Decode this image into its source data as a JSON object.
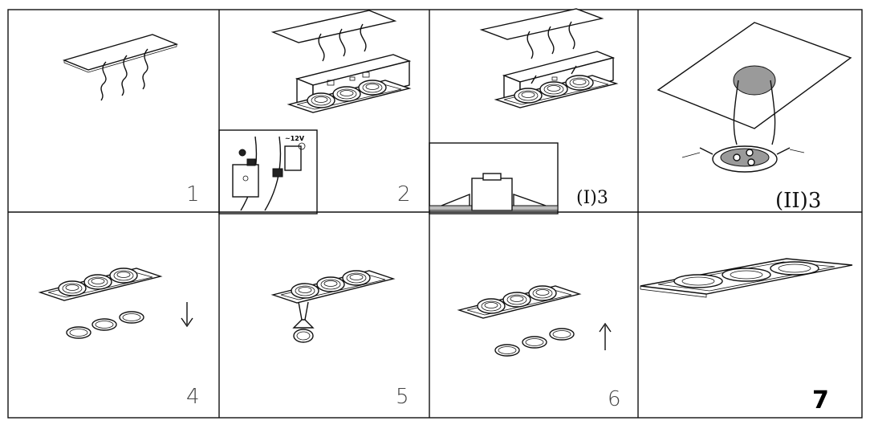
{
  "steps": [
    {
      "id": "1",
      "label": "1"
    },
    {
      "id": "2",
      "label": "2",
      "inset_voltage": "~12V"
    },
    {
      "id": "3a",
      "label": "(I)3"
    },
    {
      "id": "3b",
      "label": "(II)3"
    },
    {
      "id": "4",
      "label": "4",
      "arrow": "down"
    },
    {
      "id": "5",
      "label": "5"
    },
    {
      "id": "6",
      "label": "6",
      "arrow": "up"
    },
    {
      "id": "7",
      "label": "7"
    }
  ],
  "colors": {
    "line": "#111111",
    "background": "#ffffff",
    "fill_gray": "#9a9a9a"
  }
}
